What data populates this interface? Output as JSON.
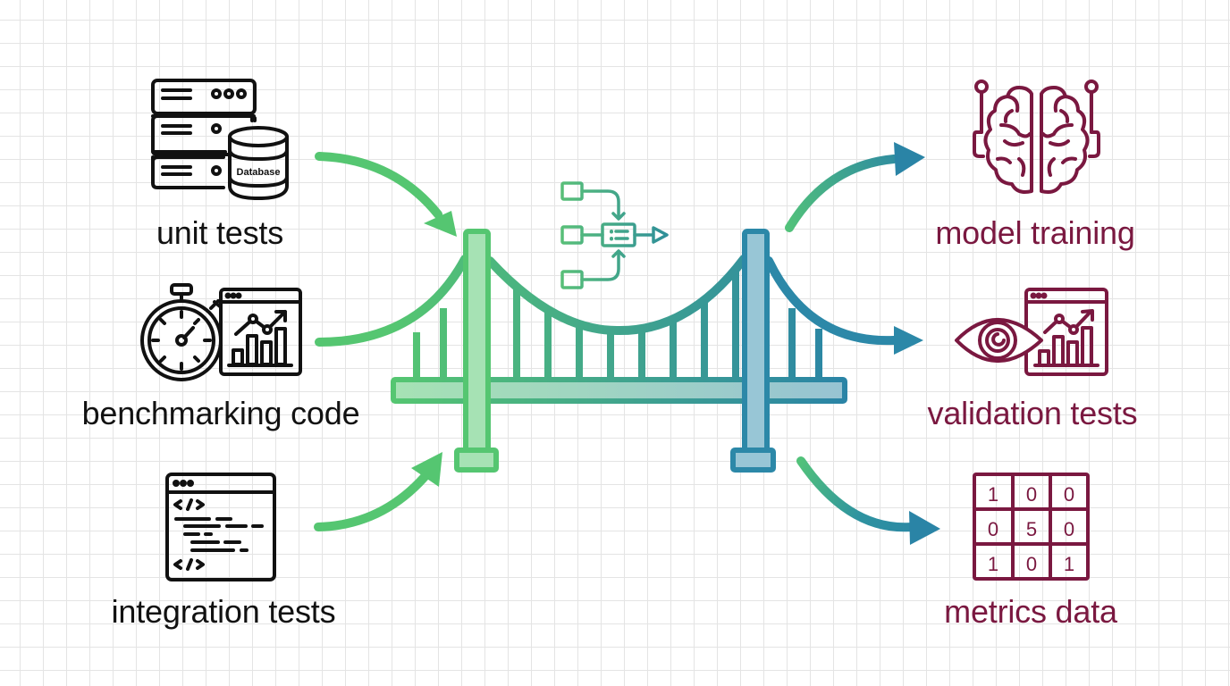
{
  "colors": {
    "left_text": "#111111",
    "right_text": "#7a1840",
    "green": "#52c46e",
    "teal": "#2c88a8",
    "maroon": "#7a1840",
    "grid": "#e4e4e4"
  },
  "inputs": [
    {
      "label": "unit tests",
      "icon": "server-database-icon",
      "icon_text": "Database"
    },
    {
      "label": "benchmarking code",
      "icon": "stopwatch-chart-icon"
    },
    {
      "label": "integration tests",
      "icon": "code-window-icon"
    }
  ],
  "center": {
    "bridge": "suspension-bridge-icon",
    "workflow": "workflow-merge-icon"
  },
  "outputs": [
    {
      "label": "model training",
      "icon": "brain-circuit-icon"
    },
    {
      "label": "validation tests",
      "icon": "eye-chart-icon"
    },
    {
      "label": "metrics data",
      "icon": "matrix-grid-icon",
      "matrix": [
        [
          "1",
          "0",
          "0"
        ],
        [
          "0",
          "5",
          "0"
        ],
        [
          "1",
          "0",
          "1"
        ]
      ]
    }
  ]
}
